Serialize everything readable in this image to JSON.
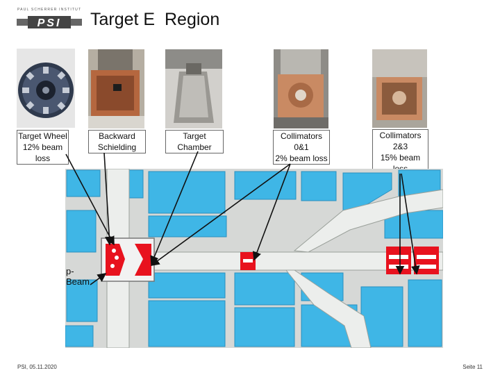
{
  "header": {
    "institute": "PAUL SCHERRER INSTITUT",
    "logo_text": "PSI",
    "title": "Target E  Region"
  },
  "photos": [
    {
      "name": "target-wheel",
      "lines": [
        "Target Wheel",
        "12% beam",
        "loss"
      ]
    },
    {
      "name": "backward-shielding",
      "lines": [
        "Backward",
        "Schielding"
      ]
    },
    {
      "name": "target-chamber",
      "lines": [
        "Target",
        "Chamber"
      ]
    },
    {
      "name": "collimators-0-1",
      "lines": [
        "Collimators",
        "0&1",
        "2% beam loss"
      ]
    },
    {
      "name": "collimators-2-3",
      "lines": [
        "Collimators",
        "2&3",
        "15% beam",
        "loss"
      ]
    }
  ],
  "map": {
    "beam_label_line1": "p-",
    "beam_label_line2": "Beam"
  },
  "colors": {
    "map_blue": "#3fb6e6",
    "map_blue_dark": "#1f97cf",
    "beamline": "#e8eae8",
    "target_red": "#e8121e",
    "arrow": "#111111"
  },
  "footer": {
    "left": "PSI, 05.11.2020",
    "right": "Seite 11"
  }
}
